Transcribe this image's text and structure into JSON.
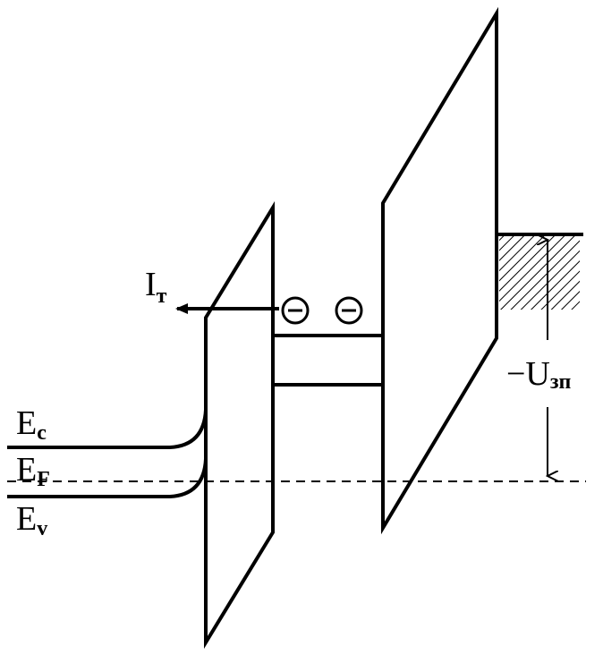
{
  "labels": {
    "tunnel_current": {
      "main": "I",
      "sub": "т"
    },
    "conduction_band": {
      "main": "E",
      "sub": "c"
    },
    "fermi_level": {
      "main": "E",
      "sub": "F"
    },
    "valence_band": {
      "main": "E",
      "sub": "v"
    },
    "gate_voltage": {
      "main": "−U",
      "sub": "зп"
    }
  },
  "electron_symbol": "⊖"
}
